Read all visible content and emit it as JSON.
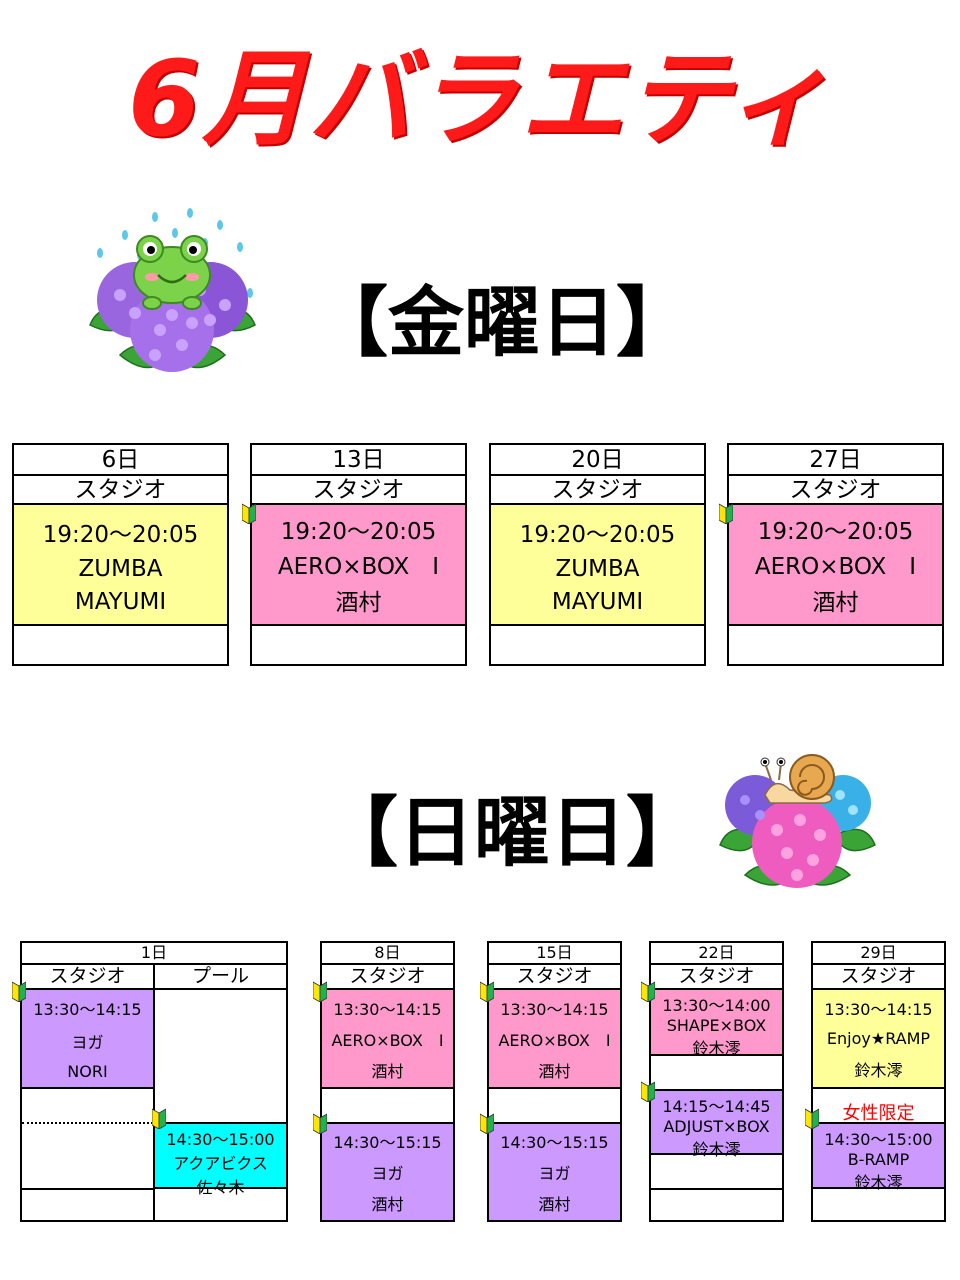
{
  "title": "6月バラエティ",
  "friday": {
    "heading": "金曜日",
    "tables": [
      {
        "date": "6日",
        "studio": "スタジオ",
        "time": "19:20～20:05",
        "program": "ZUMBA",
        "instructor": "MAYUMI",
        "color": "#ffff99",
        "beginner": false
      },
      {
        "date": "13日",
        "studio": "スタジオ",
        "time": "19:20～20:05",
        "program": "AERO×BOX　Ⅰ",
        "instructor": "酒村",
        "color": "#ff99cc",
        "beginner": true
      },
      {
        "date": "20日",
        "studio": "スタジオ",
        "time": "19:20～20:05",
        "program": "ZUMBA",
        "instructor": "MAYUMI",
        "color": "#ffff99",
        "beginner": false
      },
      {
        "date": "27日",
        "studio": "スタジオ",
        "time": "19:20～20:05",
        "program": "AERO×BOX　Ⅰ",
        "instructor": "酒村",
        "color": "#ff99cc",
        "beginner": true
      }
    ]
  },
  "sunday": {
    "heading": "日曜日",
    "day1": {
      "date": "1日",
      "studio": "スタジオ",
      "pool": "プール",
      "studio_session": {
        "time": "13:30～14:15",
        "program": "ヨガ",
        "instructor": "NORI"
      },
      "pool_session": {
        "time": "14:30～15:00",
        "program": "アクアビクス",
        "instructor": "佐々木"
      }
    },
    "day8": {
      "date": "8日",
      "studio": "スタジオ",
      "s1": {
        "time": "13:30～14:15",
        "program": "AERO×BOX　Ⅰ",
        "instructor": "酒村"
      },
      "s2": {
        "time": "14:30～15:15",
        "program": "ヨガ",
        "instructor": "酒村"
      }
    },
    "day15": {
      "date": "15日",
      "studio": "スタジオ",
      "s1": {
        "time": "13:30～14:15",
        "program": "AERO×BOX　Ⅰ",
        "instructor": "酒村"
      },
      "s2": {
        "time": "14:30～15:15",
        "program": "ヨガ",
        "instructor": "酒村"
      }
    },
    "day22": {
      "date": "22日",
      "studio": "スタジオ",
      "s1": {
        "time": "13:30～14:00",
        "program": "SHAPE×BOX",
        "instructor": "鈴木澪"
      },
      "s2": {
        "time": "14:15～14:45",
        "program": "ADJUST×BOX",
        "instructor": "鈴木澪"
      }
    },
    "day29": {
      "date": "29日",
      "studio": "スタジオ",
      "s1": {
        "time": "13:30～14:15",
        "program": "Enjoy★RAMP",
        "instructor": "鈴木澪"
      },
      "note": "女性限定",
      "s2": {
        "time": "14:30～15:00",
        "program": "B-RAMP",
        "instructor": "鈴木澪"
      }
    }
  },
  "icons": {
    "frog": "frog-on-hydrangea-illustration",
    "snail": "snail-on-hydrangea-illustration",
    "beginner": "beginner-mark-icon"
  },
  "colors": {
    "title": "#ff1a1a",
    "yellow": "#ffff99",
    "pink": "#ff99cc",
    "purple": "#cc99ff",
    "cyan": "#00ffff"
  }
}
